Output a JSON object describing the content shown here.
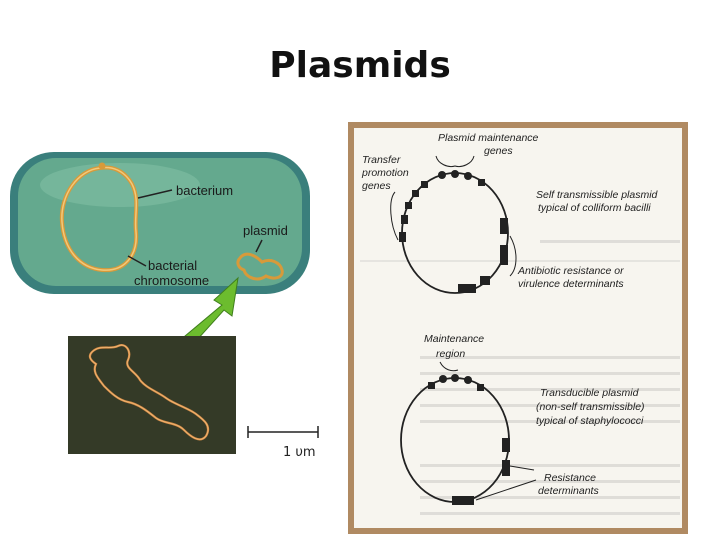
{
  "slide": {
    "title": "Plasmids"
  },
  "left_figure": {
    "bacterium_label": "bacterium",
    "plasmid_label": "plasmid",
    "chromosome_label_line1": "bacterial",
    "chromosome_label_line2": "chromosome",
    "scale_bar_label": "1 υm"
  },
  "right_figure": {
    "maintenance_genes_line1": "Plasmid  maintenance",
    "maintenance_genes_line2": "genes",
    "transfer_line1": "Transfer",
    "transfer_line2": "promotion",
    "transfer_line3": "genes",
    "self_plasmid_line1": "Self  transmissible  plasmid",
    "self_plasmid_line2": "typical of colliform bacilli",
    "antibiotic_line1": "Antibiotic resistance or",
    "antibiotic_line2": "virulence determinants",
    "maintenance_region_line1": "Maintenance",
    "maintenance_region_line2": "region",
    "transducible_line1": "Transducible plasmid",
    "transducible_line2": "(non-self transmissible)",
    "transducible_line3": "typical of  staphylococci",
    "resistance_line1": "Resistance",
    "resistance_line2": "determinants"
  },
  "colors": {
    "cell_fill": "#5e9e86",
    "cell_border": "#2f6b67",
    "dna": "#d79a3a",
    "arrow": "#6cbc2e",
    "frame": "#9a7a55"
  }
}
